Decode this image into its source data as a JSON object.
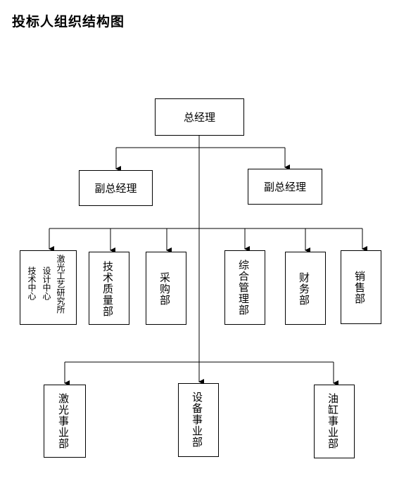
{
  "title": "投标人组织结构图",
  "ceo": "总经理",
  "vice_managers": [
    "副总经理",
    "副总经理"
  ],
  "departments": {
    "center_col1": "激光工艺研究所",
    "center_col2": "设计中心",
    "center_col3": "技术中心",
    "tech_quality": "技术质量部",
    "purchasing": "采购部",
    "general_mgmt": "综合管理部",
    "finance": "财务部",
    "sales": "销售部"
  },
  "divisions": [
    "激光事业部",
    "设备事业部",
    "油缸事业部"
  ]
}
